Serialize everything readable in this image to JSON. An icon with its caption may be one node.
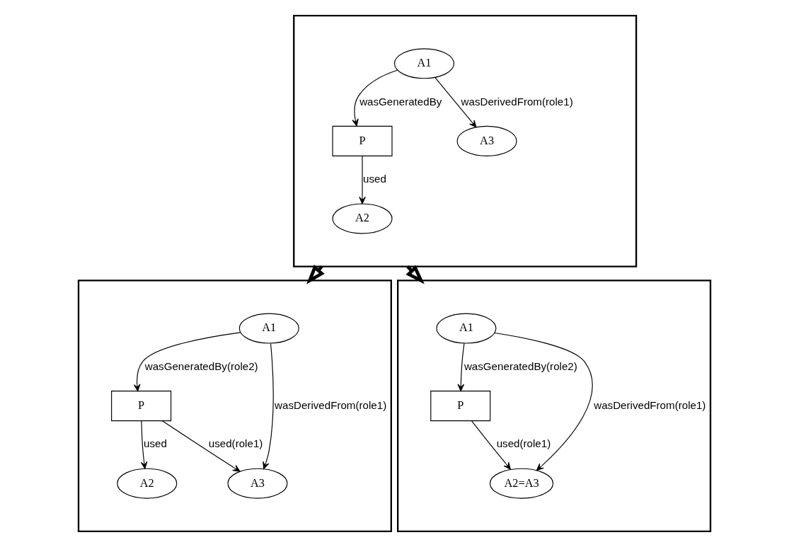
{
  "diagram": {
    "nodes": [
      {
        "text": [],
        "shape": "box"
      },
      {
        "text": [
          "P"
        ],
        "in": 0
      },
      {
        "text": [
          "A2"
        ],
        "in": 0
      },
      {
        "text": [
          "A1"
        ],
        "in": 0
      },
      {
        "text": [
          "A3"
        ],
        "in": 0
      },
      {
        "text": [],
        "shape": "box"
      },
      {
        "text": [
          "P"
        ],
        "in": 5
      },
      {
        "text": [
          "A2"
        ],
        "in": 5
      },
      {
        "text": [
          "A1"
        ],
        "in": 5
      },
      {
        "text": [
          "A3"
        ],
        "in": 5
      },
      {
        "text": [],
        "shape": "box"
      },
      {
        "text": [
          "P"
        ],
        "in": 10
      },
      {
        "text": [
          "A2=A3"
        ],
        "in": 10
      },
      {
        "text": [
          "A1"
        ],
        "in": 10
      }
    ],
    "edges": [
      {
        "from": 1,
        "to": 2,
        "arrow": "to",
        "label": "used"
      },
      {
        "from": 3,
        "to": 1,
        "arrow": "to",
        "label": "wasGeneratedBy"
      },
      {
        "from": 3,
        "to": 4,
        "arrow": "to",
        "label": "wasDerivedFrom(role1)"
      },
      {
        "from": 6,
        "to": 7,
        "arrow": "to",
        "label": "used"
      },
      {
        "from": 6,
        "to": 9,
        "arrow": "to",
        "label": "used(role1)"
      },
      {
        "from": 8,
        "to": 6,
        "arrow": "to",
        "label": "wasGeneratedBy(role2)"
      },
      {
        "from": 8,
        "to": 9,
        "arrow": "to",
        "label": "wasDerivedFrom(role1)"
      },
      {
        "from": 11,
        "to": 12,
        "arrow": "to",
        "label": "used(role1)"
      },
      {
        "from": 13,
        "to": 11,
        "arrow": "to",
        "label": "wasGeneratedBy(role2)"
      },
      {
        "from": 13,
        "to": 12,
        "arrow": "to",
        "label": "wasDerivedFrom(role1)"
      },
      {
        "from": 0,
        "to": 10,
        "arrow": "to",
        "style": "thick"
      },
      {
        "from": 0,
        "to": 5,
        "arrow": "to",
        "style": "thick"
      }
    ]
  }
}
